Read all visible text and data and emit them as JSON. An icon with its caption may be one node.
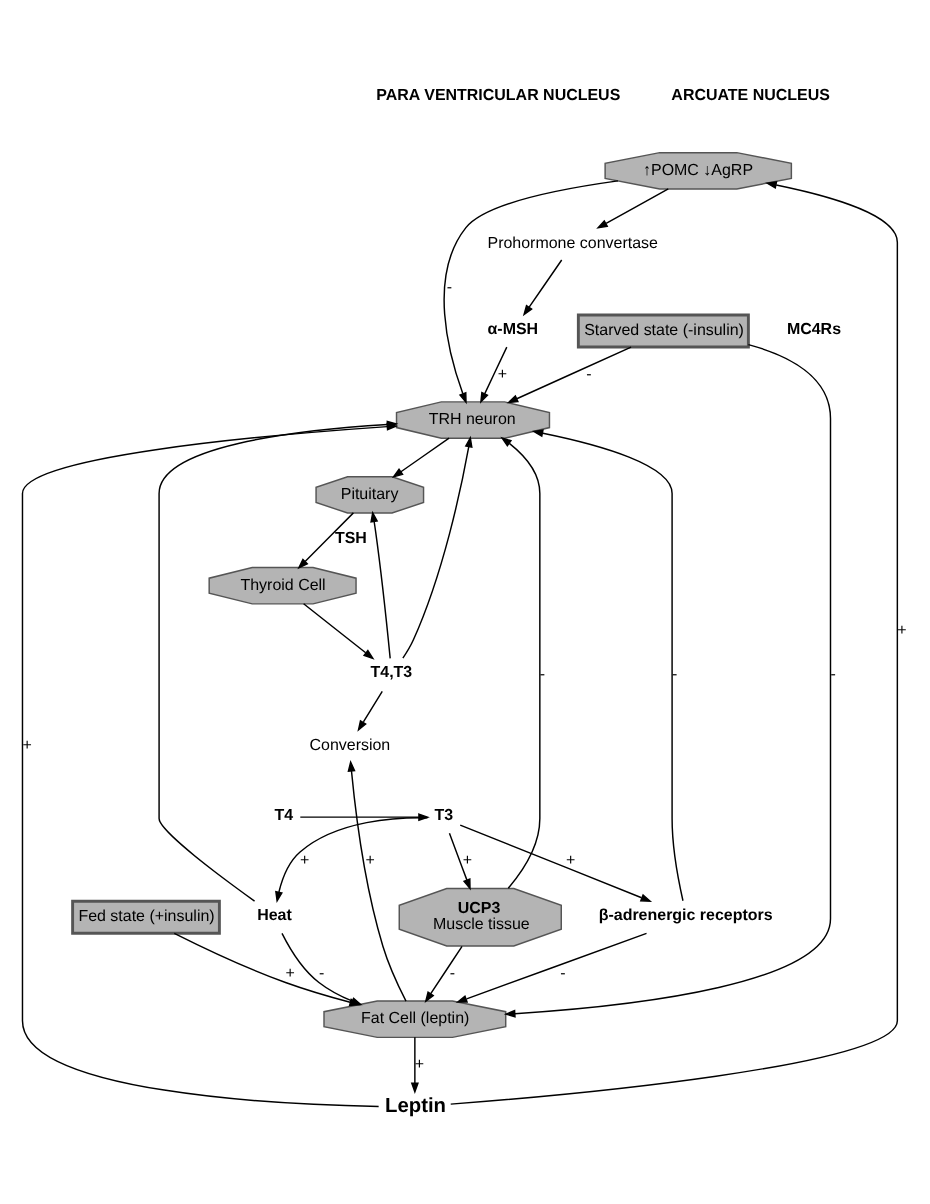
{
  "diagram": {
    "nodes": [
      {
        "text": [
          "↑POMC ↓AgRP"
        ]
      },
      {
        "text": [
          "Prohormone convertase"
        ]
      },
      {
        "text": [
          "α-MSH"
        ]
      },
      {
        "text": [
          "Leptin"
        ]
      },
      {
        "text": [
          "TRH neuron"
        ]
      },
      {
        "text": [
          "Pituitary"
        ]
      },
      {
        "text": [
          "Thyroid Cell"
        ]
      },
      {
        "text": [
          "T4,T3"
        ]
      },
      {
        "text": [
          "Fat Cell (leptin)"
        ]
      },
      {
        "text": [
          "Fed state (+insulin)"
        ]
      },
      {
        "text": [
          "Conversion"
        ]
      },
      {
        "text": [
          "T4"
        ]
      },
      {
        "text": [
          "T3"
        ]
      },
      {
        "text": [
          "Starved state (-insulin)"
        ]
      },
      {
        "text": [
          "UCP3",
          "Muscle tissue"
        ]
      },
      {
        "text": [
          "Heat"
        ]
      },
      {
        "text": [
          "β-adrenergic receptors"
        ]
      }
    ],
    "edges": [
      {
        "from": 9,
        "to": 8,
        "arrow": "to",
        "label": "+"
      },
      {
        "from": 8,
        "to": 3,
        "arrow": "to",
        "label": "+"
      },
      {
        "from": 3,
        "to": 0,
        "arrow": "to",
        "label": "+"
      },
      {
        "from": 3,
        "to": 4,
        "arrow": "to",
        "label": "+"
      },
      {
        "from": 0,
        "to": 1,
        "arrow": "to"
      },
      {
        "from": 1,
        "to": 2,
        "arrow": "to"
      },
      {
        "from": 0,
        "to": 4,
        "arrow": "to",
        "label": "-"
      },
      {
        "from": 2,
        "to": 4,
        "arrow": "to",
        "label": "+"
      },
      {
        "from": 4,
        "to": 5,
        "arrow": "to"
      },
      {
        "from": 5,
        "to": 6,
        "arrow": "to",
        "label": "TSH"
      },
      {
        "from": 6,
        "to": 7,
        "arrow": "to"
      },
      {
        "from": 7,
        "to": 5,
        "arrow": "to"
      },
      {
        "from": 7,
        "to": 4,
        "arrow": "to"
      },
      {
        "from": 7,
        "to": 10,
        "arrow": "to"
      },
      {
        "from": 8,
        "to": 10,
        "arrow": "to",
        "label": "+"
      },
      {
        "from": 11,
        "to": 12,
        "arrow": "to"
      },
      {
        "from": 12,
        "to": 14,
        "arrow": "to",
        "label": "+"
      },
      {
        "from": 12,
        "to": 15,
        "arrow": "to",
        "label": "+"
      },
      {
        "from": 12,
        "to": 16,
        "arrow": "to",
        "label": "+"
      },
      {
        "from": 14,
        "to": 8,
        "arrow": "to",
        "label": "-"
      },
      {
        "from": 14,
        "to": 4,
        "arrow": "to",
        "label": "-"
      },
      {
        "from": 15,
        "to": 8,
        "arrow": "to",
        "label": "-"
      },
      {
        "from": 15,
        "to": 4,
        "arrow": "to"
      },
      {
        "from": 16,
        "to": 8,
        "arrow": "to",
        "label": "-"
      },
      {
        "from": 16,
        "to": 4,
        "arrow": "to",
        "label": "-"
      },
      {
        "from": 13,
        "to": 4,
        "arrow": "to",
        "label": "-"
      },
      {
        "from": 13,
        "to": 8,
        "arrow": "to",
        "label": "-"
      }
    ],
    "labels": [
      "ARCUATE NUCLEUS",
      "PARA VENTRICULAR NUCLEUS",
      "MC4Rs"
    ]
  }
}
